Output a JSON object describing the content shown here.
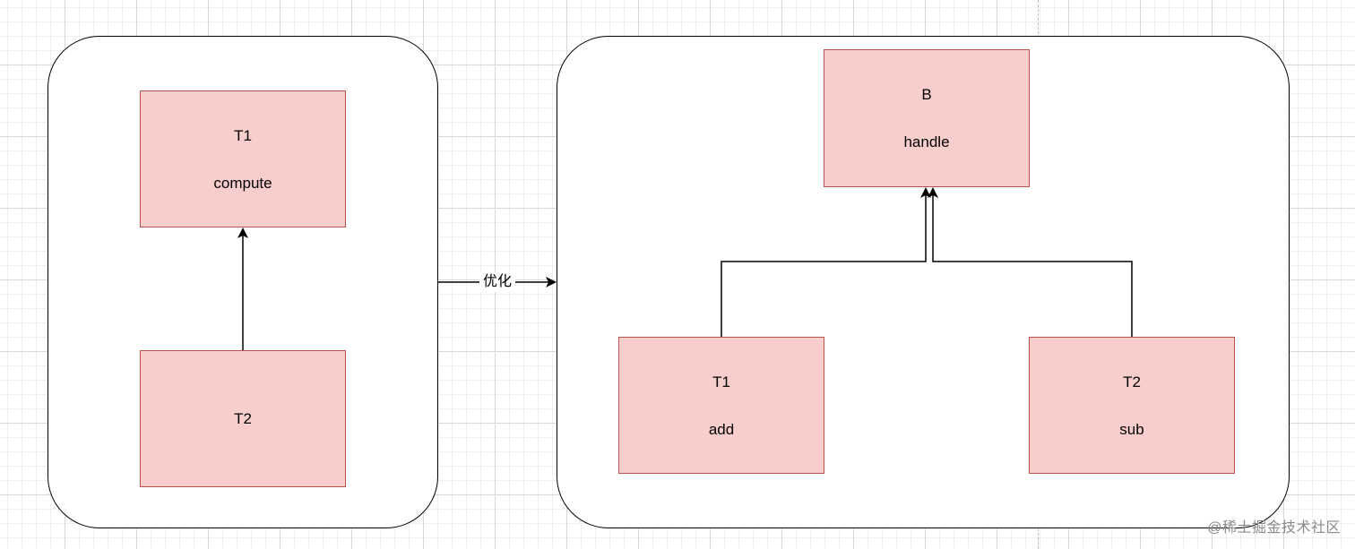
{
  "diagram": {
    "left_container": {
      "nodes": {
        "t1": {
          "name": "T1",
          "method": "compute"
        },
        "t2": {
          "name": "T2",
          "method": ""
        }
      }
    },
    "right_container": {
      "nodes": {
        "b": {
          "name": "B",
          "method": "handle"
        },
        "t1": {
          "name": "T1",
          "method": "add"
        },
        "t2": {
          "name": "T2",
          "method": "sub"
        }
      }
    },
    "transition_label": "优化",
    "colors": {
      "node_fill": "#f8cecc",
      "node_border": "#b85450",
      "edge": "#000000",
      "container_border": "#000000"
    }
  },
  "watermark": "@稀土掘金技术社区"
}
